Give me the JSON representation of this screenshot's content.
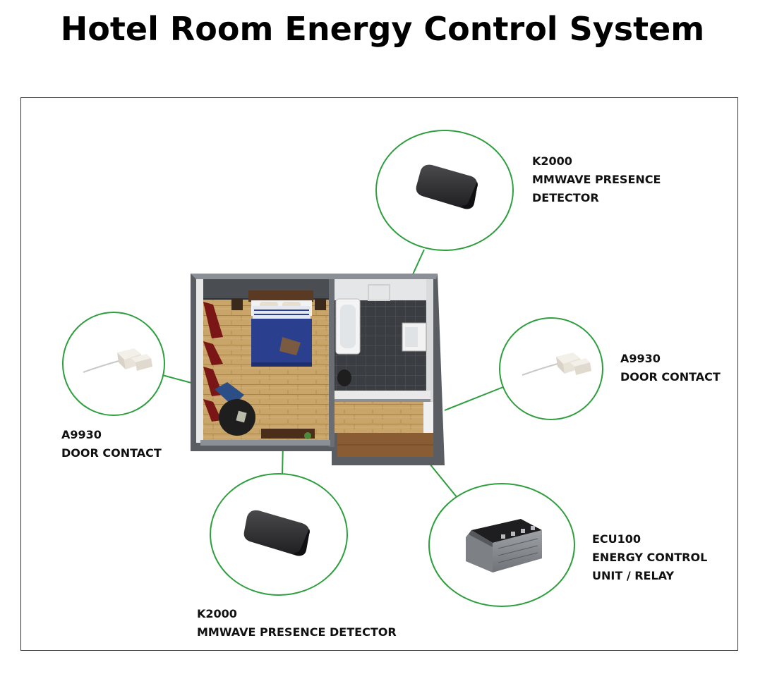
{
  "title": "Hotel Room Energy Control System",
  "devices": {
    "top_presence": {
      "model": "K2000",
      "lines": [
        "MMWAVE PRESENCE",
        "DETECTOR"
      ]
    },
    "right_door": {
      "model": "A9930",
      "lines": [
        "DOOR CONTACT"
      ]
    },
    "left_door": {
      "model": "A9930",
      "lines": [
        "DOOR CONTACT"
      ]
    },
    "bottom_presence": {
      "model": "K2000",
      "lines": [
        "MMWAVE PRESENCE DETECTOR"
      ]
    },
    "ecu": {
      "model": "ECU100",
      "lines": [
        "ENERGY CONTROL",
        "UNIT / RELAY"
      ]
    }
  },
  "colors": {
    "circle_stroke": "#2e9e3e",
    "wall": "#5a5e63",
    "wood_floor": "#c9a56a",
    "bath_floor": "#3a3d42",
    "bed_cover": "#2b3f8f",
    "device_body": "#2b2b2d"
  }
}
